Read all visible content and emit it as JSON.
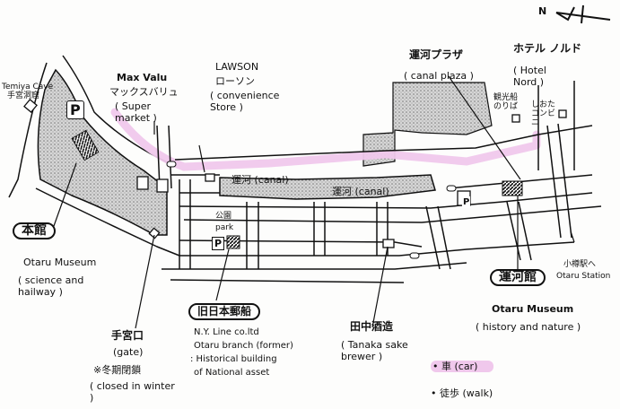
{
  "compass": {
    "north": "N"
  },
  "labels": {
    "temiya_cave_en": "Temiya Cave",
    "temiya_cave_jp": "手宮洞窟",
    "parking": "P",
    "maxvalu_en": "Max Valu",
    "maxvalu_jp": "マックスバリュ",
    "maxvalu_desc": "( Super market )",
    "lawson_en": "LAWSON",
    "lawson_jp": "ローソン",
    "lawson_desc": "( convenience Store )",
    "canal_plaza_jp": "運河プラザ",
    "canal_plaza_en": "( canal plaza )",
    "hotel_jp": "ホテル ノルド",
    "hotel_en": "( Hotel Nord )",
    "boat_pier": "観光船のりば",
    "konbini": "しおた コンビニ",
    "canal_1": "運河 (canal)",
    "canal_2": "運河 (canal)",
    "park_jp": "公園",
    "park_en": "park",
    "honkan_jp": "本館",
    "honkan_en": "Otaru Museum",
    "honkan_desc": "( science and hailway )",
    "gate_jp": "手宮口",
    "gate_en": "(gate)",
    "gate_note_jp": "※冬期閉鎖",
    "gate_note_en": "( closed in winter )",
    "nyk_jp": "旧日本郵船",
    "nyk_desc_1": "N.Y. Line co.ltd",
    "nyk_desc_2": "Otaru branch (former)",
    "nyk_desc_3": ": Historical building",
    "nyk_desc_4": "of National asset",
    "tanaka_jp": "田中酒造",
    "tanaka_en": "( Tanaka sake brewer )",
    "station_jp": "小樽駅へ",
    "station_en": "Otaru Station",
    "unga_jp": "運河館",
    "unga_en": "Otaru Museum",
    "unga_desc": "( history and nature )"
  },
  "legend": {
    "car": "• 車 (car)",
    "walk": "• 徒歩 (walk)",
    "car_color": "#f0c8ec"
  },
  "colors": {
    "route": "#f0c8ec",
    "stipple": "#bdbdbd",
    "ink": "#111111"
  }
}
